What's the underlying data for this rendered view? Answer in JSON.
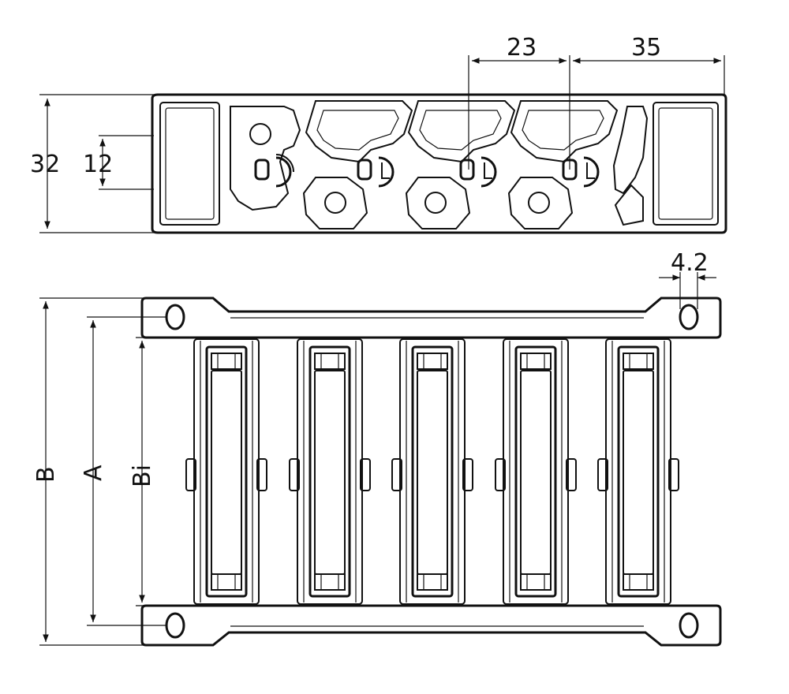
{
  "dimensions": {
    "height_total": "32",
    "height_inner": "12",
    "pitch_small": "23",
    "pitch_large": "35",
    "hole": "4.2",
    "width_outer": "B",
    "width_hole_centers": "A",
    "width_inner": "Bi"
  },
  "colors": {
    "line": "#111111",
    "background": "#ffffff"
  }
}
